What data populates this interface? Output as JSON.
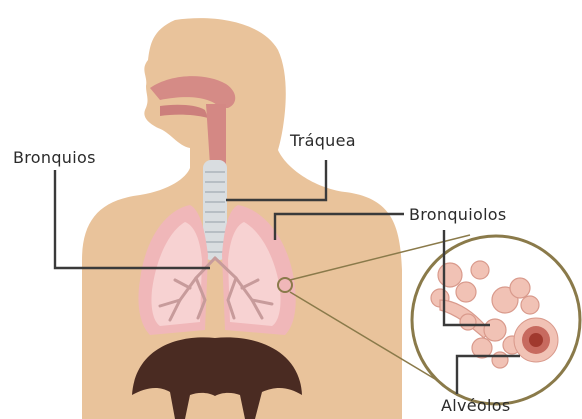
{
  "labels": {
    "bronquios": "Bronquios",
    "traquea": "Tráquea",
    "bronquiolos": "Bronquiolos",
    "alveolos": "Alvéolos"
  },
  "colors": {
    "skin": "#e9c39b",
    "lung": "#f0b7b9",
    "lung_inner": "#f7d2d2",
    "diaphragm": "#4a2b22",
    "airway": "#c97a7a",
    "trachea": "#d9dde0",
    "leader_line": "#3a3a3a",
    "zoom_ring": "#8a7a4a",
    "alveoli": "#f1c2b5",
    "alveoli_core": "#a0392e"
  }
}
